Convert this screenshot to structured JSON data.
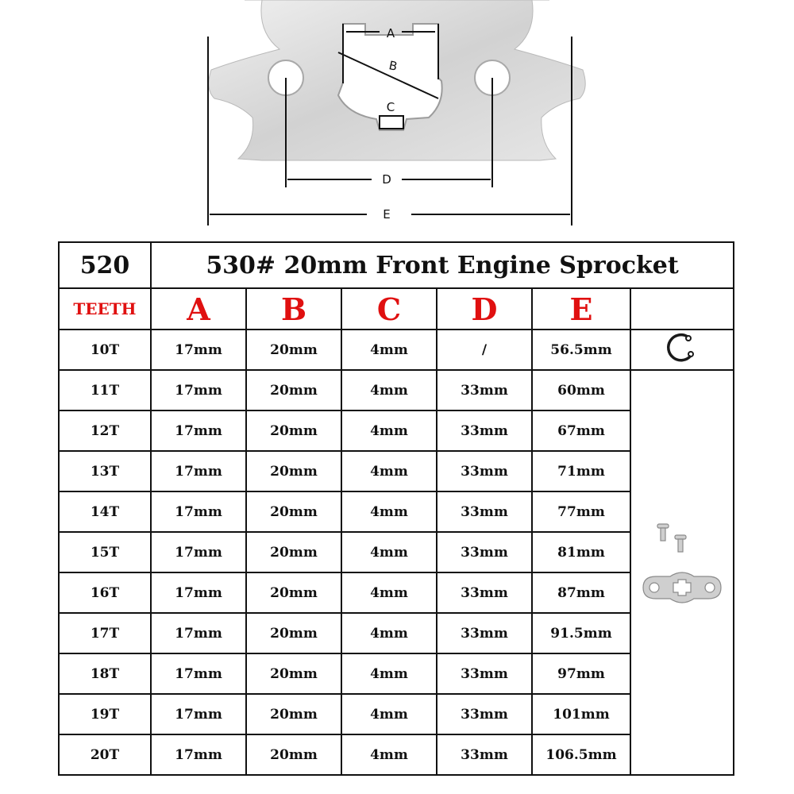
{
  "diagram": {
    "labels": {
      "a": "A",
      "b": "B",
      "c": "C",
      "d": "D",
      "e": "E"
    }
  },
  "table": {
    "model": "520",
    "title": "530# 20mm Front Engine Sprocket",
    "headers": {
      "teeth": "TEETH",
      "a": "A",
      "b": "B",
      "c": "C",
      "d": "D",
      "e": "E"
    },
    "rows": [
      {
        "teeth": "10T",
        "a": "17mm",
        "b": "20mm",
        "c": "4mm",
        "d": "/",
        "e": "56.5mm"
      },
      {
        "teeth": "11T",
        "a": "17mm",
        "b": "20mm",
        "c": "4mm",
        "d": "33mm",
        "e": "60mm"
      },
      {
        "teeth": "12T",
        "a": "17mm",
        "b": "20mm",
        "c": "4mm",
        "d": "33mm",
        "e": "67mm"
      },
      {
        "teeth": "13T",
        "a": "17mm",
        "b": "20mm",
        "c": "4mm",
        "d": "33mm",
        "e": "71mm"
      },
      {
        "teeth": "14T",
        "a": "17mm",
        "b": "20mm",
        "c": "4mm",
        "d": "33mm",
        "e": "77mm"
      },
      {
        "teeth": "15T",
        "a": "17mm",
        "b": "20mm",
        "c": "4mm",
        "d": "33mm",
        "e": "81mm"
      },
      {
        "teeth": "16T",
        "a": "17mm",
        "b": "20mm",
        "c": "4mm",
        "d": "33mm",
        "e": "87mm"
      },
      {
        "teeth": "17T",
        "a": "17mm",
        "b": "20mm",
        "c": "4mm",
        "d": "33mm",
        "e": "91.5mm"
      },
      {
        "teeth": "18T",
        "a": "17mm",
        "b": "20mm",
        "c": "4mm",
        "d": "33mm",
        "e": "97mm"
      },
      {
        "teeth": "19T",
        "a": "17mm",
        "b": "20mm",
        "c": "4mm",
        "d": "33mm",
        "e": "101mm"
      },
      {
        "teeth": "20T",
        "a": "17mm",
        "b": "20mm",
        "c": "4mm",
        "d": "33mm",
        "e": "106.5mm"
      }
    ]
  },
  "images": {
    "sprocket": "sprocket-diagram-icon",
    "circlip": "circlip-icon",
    "hardware": "lock-plate-and-bolts-icon"
  },
  "colors": {
    "header_red": "#e01010",
    "border": "#111111"
  }
}
